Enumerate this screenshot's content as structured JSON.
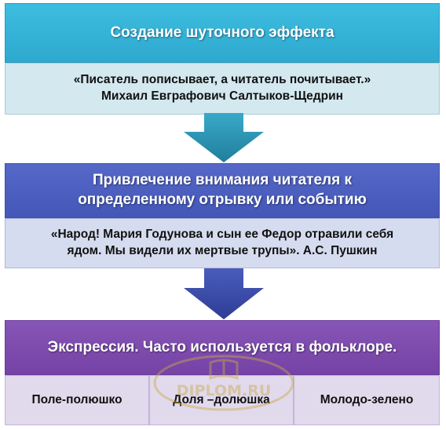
{
  "blocks": [
    {
      "title": "Создание шуточного эффекта",
      "quote_line1": "«Писатель пописывает, а читатель почитывает.»",
      "quote_line2": "Михаил Евграфович Салтыков-Щедрин"
    },
    {
      "title_line1": "Привлечение внимания читателя к",
      "title_line2": "определенному отрывку или событию",
      "quote_line1": "«Народ! Мария Годунова и сын ее Федор отравили себя",
      "quote_line2": "ядом. Мы видели их мертвые трупы». А.С. Пушкин"
    },
    {
      "title": "Экспрессия. Часто используется в фольклоре.",
      "examples": [
        "Поле-полюшко",
        "Доля –долюшка",
        "Молодо-зелено"
      ]
    }
  ],
  "watermark": "DIPLOM.RU",
  "colors": {
    "block1_header": "#35b3d8",
    "block2_header": "#4a5ebf",
    "block3_header": "#7c4bad",
    "arrow1": "#2a93b2",
    "arrow2": "#3a4aa8"
  }
}
